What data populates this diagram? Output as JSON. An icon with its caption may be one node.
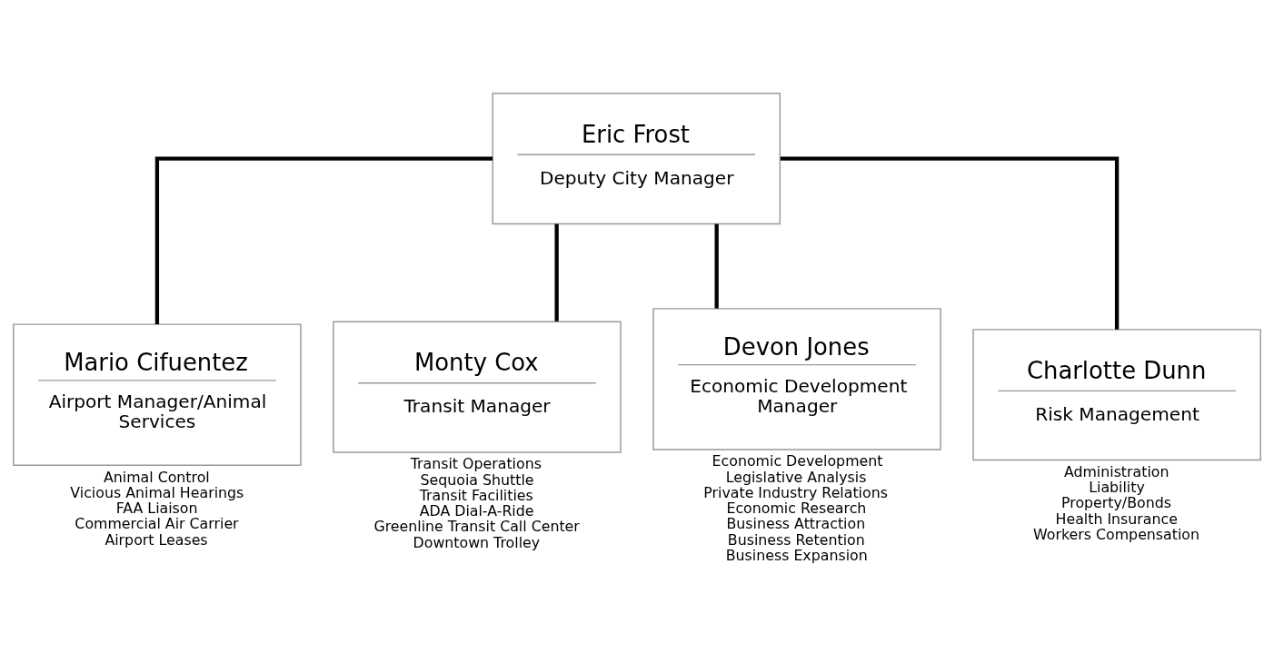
{
  "diagram": {
    "nodes": [
      {
        "text": [
          "Eric Frost",
          "Deputy City Manager"
        ]
      },
      {
        "text": [
          "Mario Cifuentez",
          "Airport Manager/Animal Services"
        ],
        "beside": [
          "Animal Control",
          "Vicious Animal Hearings",
          "FAA Liaison",
          "Commercial Air Carrier",
          "Airport Leases"
        ]
      },
      {
        "text": [
          "Monty Cox",
          "Transit Manager"
        ],
        "beside": [
          "Transit Operations",
          "Sequoia Shuttle",
          "Transit Facilities",
          "ADA Dial-A-Ride",
          "Greenline Transit Call Center",
          "Downtown Trolley"
        ]
      },
      {
        "text": [
          "Devon Jones",
          "Economic Development Manager"
        ],
        "beside": [
          "Economic Development",
          "Legislative Analysis",
          "Private Industry Relations",
          "Economic Research",
          "Business Attraction",
          "Business Retention",
          "Business Expansion"
        ]
      },
      {
        "text": [
          "Charlotte Dunn",
          "Risk Management"
        ],
        "beside": [
          "Administration",
          "Liability",
          "Property/Bonds",
          "Health Insurance",
          "Workers Compensation"
        ]
      }
    ],
    "edges": [
      {
        "from": 0,
        "to": 1,
        "arrow": "none"
      },
      {
        "from": 0,
        "to": 2,
        "arrow": "none"
      },
      {
        "from": 0,
        "to": 3,
        "arrow": "none"
      },
      {
        "from": 0,
        "to": 4,
        "arrow": "none"
      }
    ]
  }
}
